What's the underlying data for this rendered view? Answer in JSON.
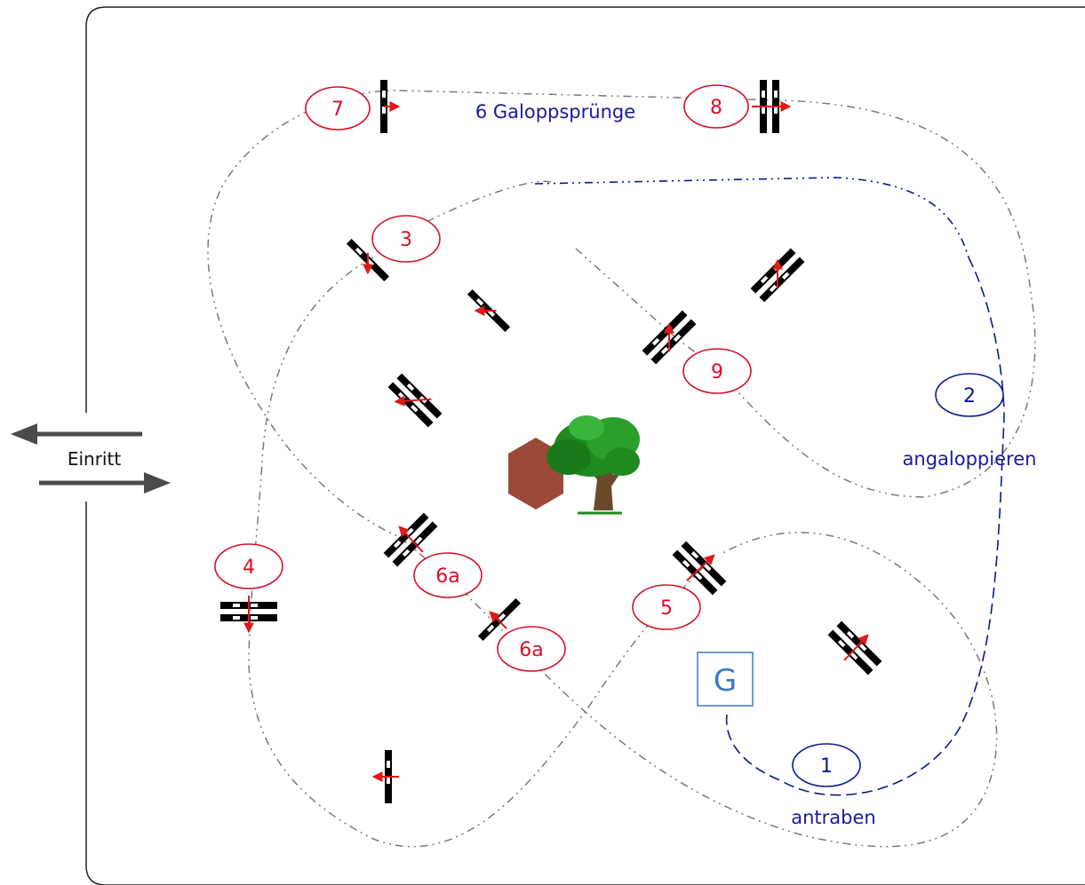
{
  "entrance": {
    "label": "Einritt"
  },
  "labels": {
    "stride_note": "6 Galoppsprünge",
    "canter_note": "angaloppieren",
    "trot_note": "antraben"
  },
  "start_marker": {
    "label": "G"
  },
  "jump_numbers": {
    "j1": "1",
    "j2": "2",
    "j3": "3",
    "j4": "4",
    "j5": "5",
    "j6a_first": "6a",
    "j6a_second": "6a",
    "j7": "7",
    "j8": "8",
    "j9": "9"
  },
  "colors": {
    "arena_border": "#222222",
    "jump_label": "#d4102a",
    "warmup_label": "#0b1a8c",
    "course_line": "#7a7a7a",
    "warmup_line": "#0b1a8c",
    "start_box": "#3a78c8",
    "tree_green": "#1f8a1f",
    "hexagon": "#9b4a38"
  },
  "icons": [
    "tree-icon",
    "hexagon-obstacle-icon",
    "arrow-left-icon",
    "arrow-right-icon",
    "direction-arrow-icon"
  ]
}
